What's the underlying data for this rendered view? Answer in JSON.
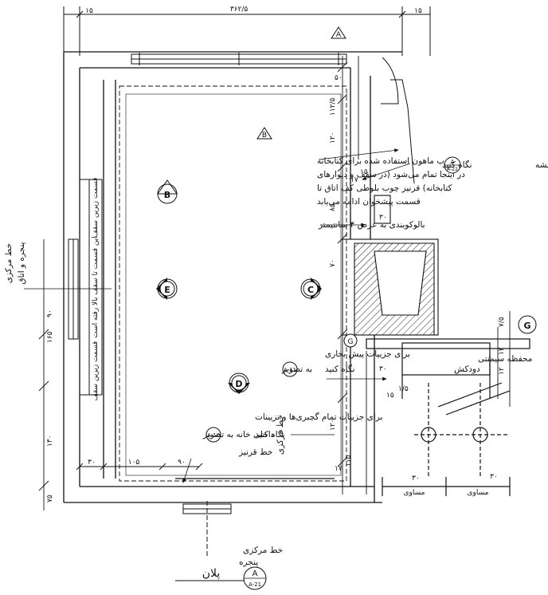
{
  "title": {
    "label": "پلان",
    "callout_letter": "A",
    "callout_sheet": "A-21"
  },
  "dimensions": {
    "top_total": "۳۶۲/۵",
    "top_left": "۱۵",
    "top_right": "۱۵",
    "right_50": "۵۰",
    "right_112_5": "۱۱۲/۵",
    "right_120": "۱۲۰",
    "right_15": "۱۵",
    "right_85": "۸۵",
    "right_70": "۷۰",
    "right_7_5": "۷/۵",
    "right_17": "۱۷",
    "right_12a": "۱۲",
    "right_12b": "۱۲",
    "right_bot_120": "۱۲۰",
    "right_bot_115": "۱۱۵",
    "right_bot_17": "۱۷",
    "right_30a": "۳۰",
    "right_30b": "۳۰",
    "right_15b": "۱۵",
    "right_1_5": "۱/۵",
    "left_90": "۹۰",
    "left_165": "۱۶۵",
    "left_130": "۱۳۰",
    "left_75": "۷۵",
    "bottom_30": "۳۰",
    "bottom_105": "۱۰۵",
    "bottom_90": "۹۰",
    "right_bottom_30a": "۳۰",
    "right_bottom_30b": "۳۰",
    "equal_a": "مساوی",
    "equal_b": "مساوی"
  },
  "tags": {
    "A": "A",
    "B_top": "B",
    "B_left": "B",
    "C": "C",
    "D": "D",
    "E": "E",
    "G_right": "G",
    "G_mid": "G",
    "ref_A22_letter": "A",
    "ref_A22_sheet": "A-22",
    "ref_A11_label": "A-11",
    "ref_A10_label": "A-10"
  },
  "notes": {
    "mahogany": [
      "چوب ماهون استفاده شده برای کتابخانه",
      "در اینجا تمام می‌شود (در سقف و دیوارهای",
      "کتابخانه) قرنیز چوب بلوطی کف اتاق تا",
      "قسمت پیشخوان ادامه می‌یابد"
    ],
    "see_plan": "به نقشه",
    "see_plan_suffix": "نگاه کنید",
    "baseboard": "بالوکوبندی به عرض ۴ سانتیمتر",
    "fireplace": [
      "برای جزییات پیش بخاری",
      "به تصویر",
      "نگاه کنید"
    ],
    "joinery": [
      "برای جزییات تمام گچبری‌ها و تزیینات",
      "داخلی خانه به تصویر",
      "نگاه کنید"
    ],
    "cornice": "خط قرنیز",
    "ceiling_top": "قسمت زیرین سقف",
    "ceiling_mid": "این قسمت تا سقف بالا رفته است",
    "ceiling_bot": "قسمت زیرین سقف",
    "centerline_window_room": [
      "خط مرکزی",
      "پنجره و اتاق"
    ],
    "centerline_room": "خط مرکزی",
    "centerline_window": [
      "خط مرکزی",
      "پنجره"
    ],
    "chimney": [
      "محفظه سیمنتی",
      "دودکش"
    ]
  }
}
